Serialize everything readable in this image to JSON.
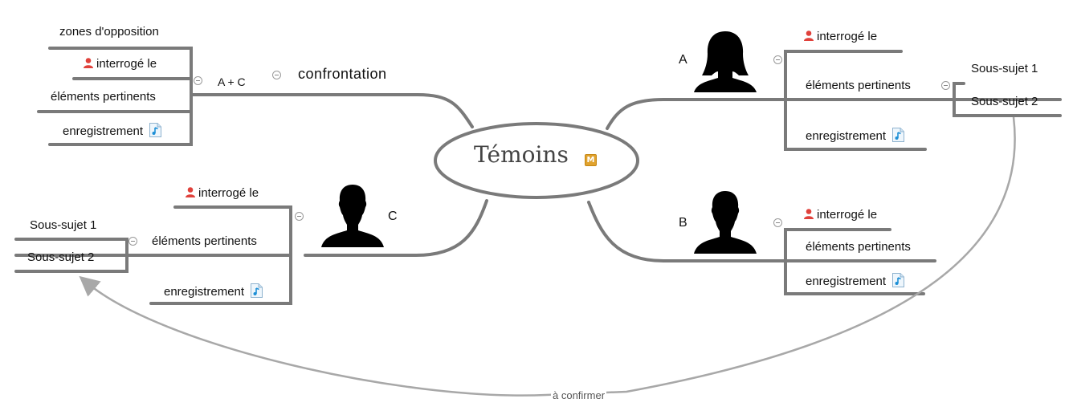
{
  "central": {
    "title": "Témoins",
    "marker": "M"
  },
  "confrontation": {
    "label": "confrontation",
    "subject": "A + C",
    "items": [
      "zones d'opposition",
      "interrogé le",
      "éléments pertinents",
      "enregistrement"
    ]
  },
  "witness_a": {
    "letter": "A",
    "items": [
      "interrogé le",
      "éléments pertinents",
      "enregistrement"
    ],
    "subtopics": [
      "Sous-sujet 1",
      "Sous-sujet 2"
    ]
  },
  "witness_b": {
    "letter": "B",
    "items": [
      "interrogé le",
      "éléments pertinents",
      "enregistrement"
    ]
  },
  "witness_c": {
    "letter": "C",
    "items": [
      "interrogé le",
      "éléments pertinents",
      "enregistrement"
    ],
    "subtopics": [
      "Sous-sujet 1",
      "Sous-sujet 2"
    ]
  },
  "relationship": {
    "label": "à confirmer"
  },
  "icons": {
    "person": "person-icon",
    "audio": "audio-file-icon",
    "silhouette_female": "female-silhouette-icon",
    "silhouette_male": "male-silhouette-icon"
  },
  "colors": {
    "branch": "#7a7a7a",
    "relationship": "#a8a8a8",
    "person_icon": "#e0413b",
    "marker": "#e0a22e"
  }
}
